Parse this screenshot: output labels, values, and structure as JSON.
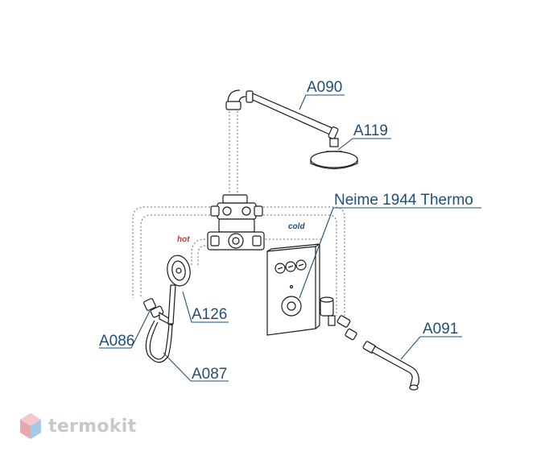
{
  "labels": {
    "a090": "A090",
    "a119": "A119",
    "neime": "Neime 1944 Thermo",
    "a126": "A126",
    "a086": "A086",
    "a087": "A087",
    "a091": "A091"
  },
  "tags": {
    "hot": "hot",
    "cold": "cold"
  },
  "colors": {
    "callout": "#1f4e79",
    "hot": "#c0392b",
    "cold": "#1f4e79",
    "logo_text": "#c5c9cf",
    "logo_icon": "#e8a7ae"
  },
  "logo": {
    "text": "termokit",
    "icon": "hexagon-icon"
  }
}
